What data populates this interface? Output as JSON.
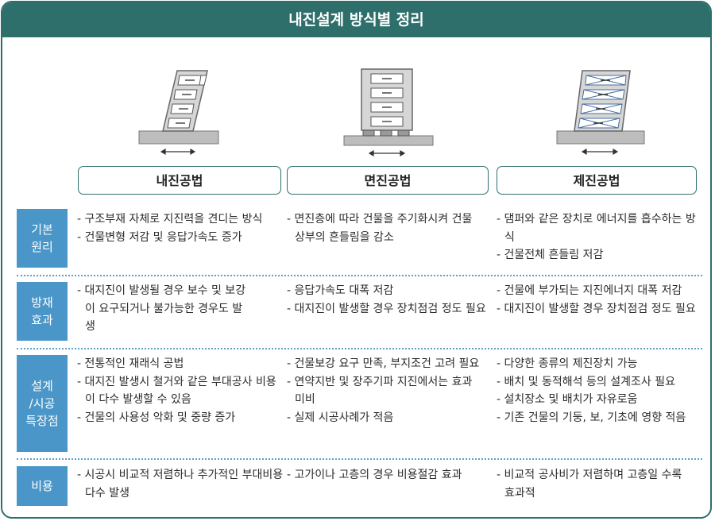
{
  "title": "내진설계 방식별 정리",
  "methods": [
    {
      "name": "내진공법"
    },
    {
      "name": "면진공법"
    },
    {
      "name": "제진공법"
    }
  ],
  "rows": [
    {
      "label": [
        "기본",
        "원리"
      ],
      "cells": [
        [
          "- 구조부재 자체로 지진력을 견디는 방식",
          "- 건물변형 저감 및 응답가속도 증가"
        ],
        [
          "- 면진층에 따라 건물을 주기화시켜 건물 상부의 흔들림을 감소"
        ],
        [
          "- 댐퍼와 같은 장치로 에너지를 흡수하는 방식",
          "- 건물전체 흔들림 저감"
        ]
      ]
    },
    {
      "label": [
        "방재",
        "효과"
      ],
      "cells": [
        [
          "- 대지진이 발생될 경우 보수 및 보강이 요구되거나 불가능한 경우도 발생"
        ],
        [
          "- 응답가속도 대폭 저감",
          "- 대지진이 발생할 경우 장치점검 정도 필요"
        ],
        [
          "- 건물에 부가되는 지진에너지 대폭 저감",
          "- 대지진이 발생할 경우 장치점검 정도 필요"
        ]
      ]
    },
    {
      "label": [
        "설계",
        "/시공",
        "특장점"
      ],
      "cells": [
        [
          "- 전통적인 재래식 공법",
          "- 대지진 발생시 철거와 같은 부대공사 비용이 다수 발생할 수 있음",
          "- 건물의 사용성 악화 및 중량 증가"
        ],
        [
          "- 건물보강 요구 만족, 부지조건 고려 필요",
          "- 연약지반 및 장주기파 지진에서는 효과 미비",
          "- 실제 시공사례가 적음"
        ],
        [
          "- 다양한 종류의 제진장치 가능",
          "- 배치 및 동적해석 등의 설계조사 필요",
          "- 설치장소 및 배치가 자유로움",
          "- 기존 건물의 기둥, 보, 기초에 영향 적음"
        ]
      ]
    },
    {
      "label": [
        "비용"
      ],
      "cells": [
        [
          "- 시공시 비교적 저렴하나 추가적인 부대비용 다수 발생"
        ],
        [
          "- 고가이나 고층의 경우 비용절감 효과"
        ],
        [
          "- 비교적 공사비가 저렴하며 고층일 수록 효과적"
        ]
      ]
    }
  ],
  "colors": {
    "frame": "#2e6f6c",
    "label_bg": "#4a96c8",
    "separator": "#5ba0c8"
  }
}
